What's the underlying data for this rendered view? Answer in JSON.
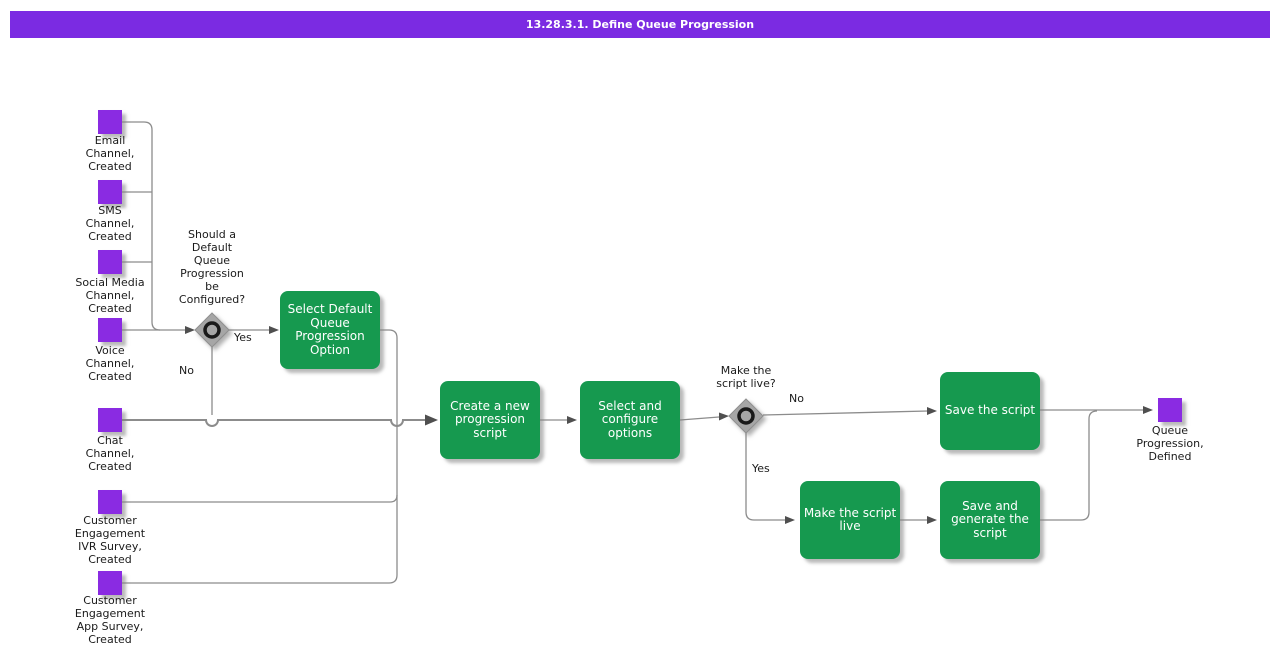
{
  "title": "13.28.3.1. Define Queue Progression",
  "colors": {
    "title_bar": "#7b2be2",
    "event_node": "#8a2be2",
    "task_node": "#16994f",
    "connector": "#8c8c8c",
    "gateway_fill": "#a6a6a6"
  },
  "diagram": {
    "start_events": [
      {
        "label": "Email\nChannel,\nCreated"
      },
      {
        "label": "SMS\nChannel,\nCreated"
      },
      {
        "label": "Social Media\nChannel,\nCreated"
      },
      {
        "label": "Voice\nChannel,\nCreated"
      },
      {
        "label": "Chat\nChannel,\nCreated"
      },
      {
        "label": "Customer\nEngagement\nIVR Survey,\nCreated"
      },
      {
        "label": "Customer\nEngagement\nApp Survey,\nCreated"
      }
    ],
    "end_event": {
      "label": "Queue\nProgression,\nDefined"
    },
    "gateways": [
      {
        "question": "Should a\nDefault\nQueue\nProgression\nbe\nConfigured?",
        "yes_label": "Yes",
        "no_label": "No"
      },
      {
        "question": "Make the\nscript live?",
        "yes_label": "Yes",
        "no_label": "No"
      }
    ],
    "tasks": [
      {
        "label": "Select Default\nQueue\nProgression\nOption"
      },
      {
        "label": "Create a new\nprogression\nscript"
      },
      {
        "label": "Select and\nconfigure\noptions"
      },
      {
        "label": "Save the script"
      },
      {
        "label": "Make the script\nlive"
      },
      {
        "label": "Save and\ngenerate the\nscript"
      }
    ]
  }
}
